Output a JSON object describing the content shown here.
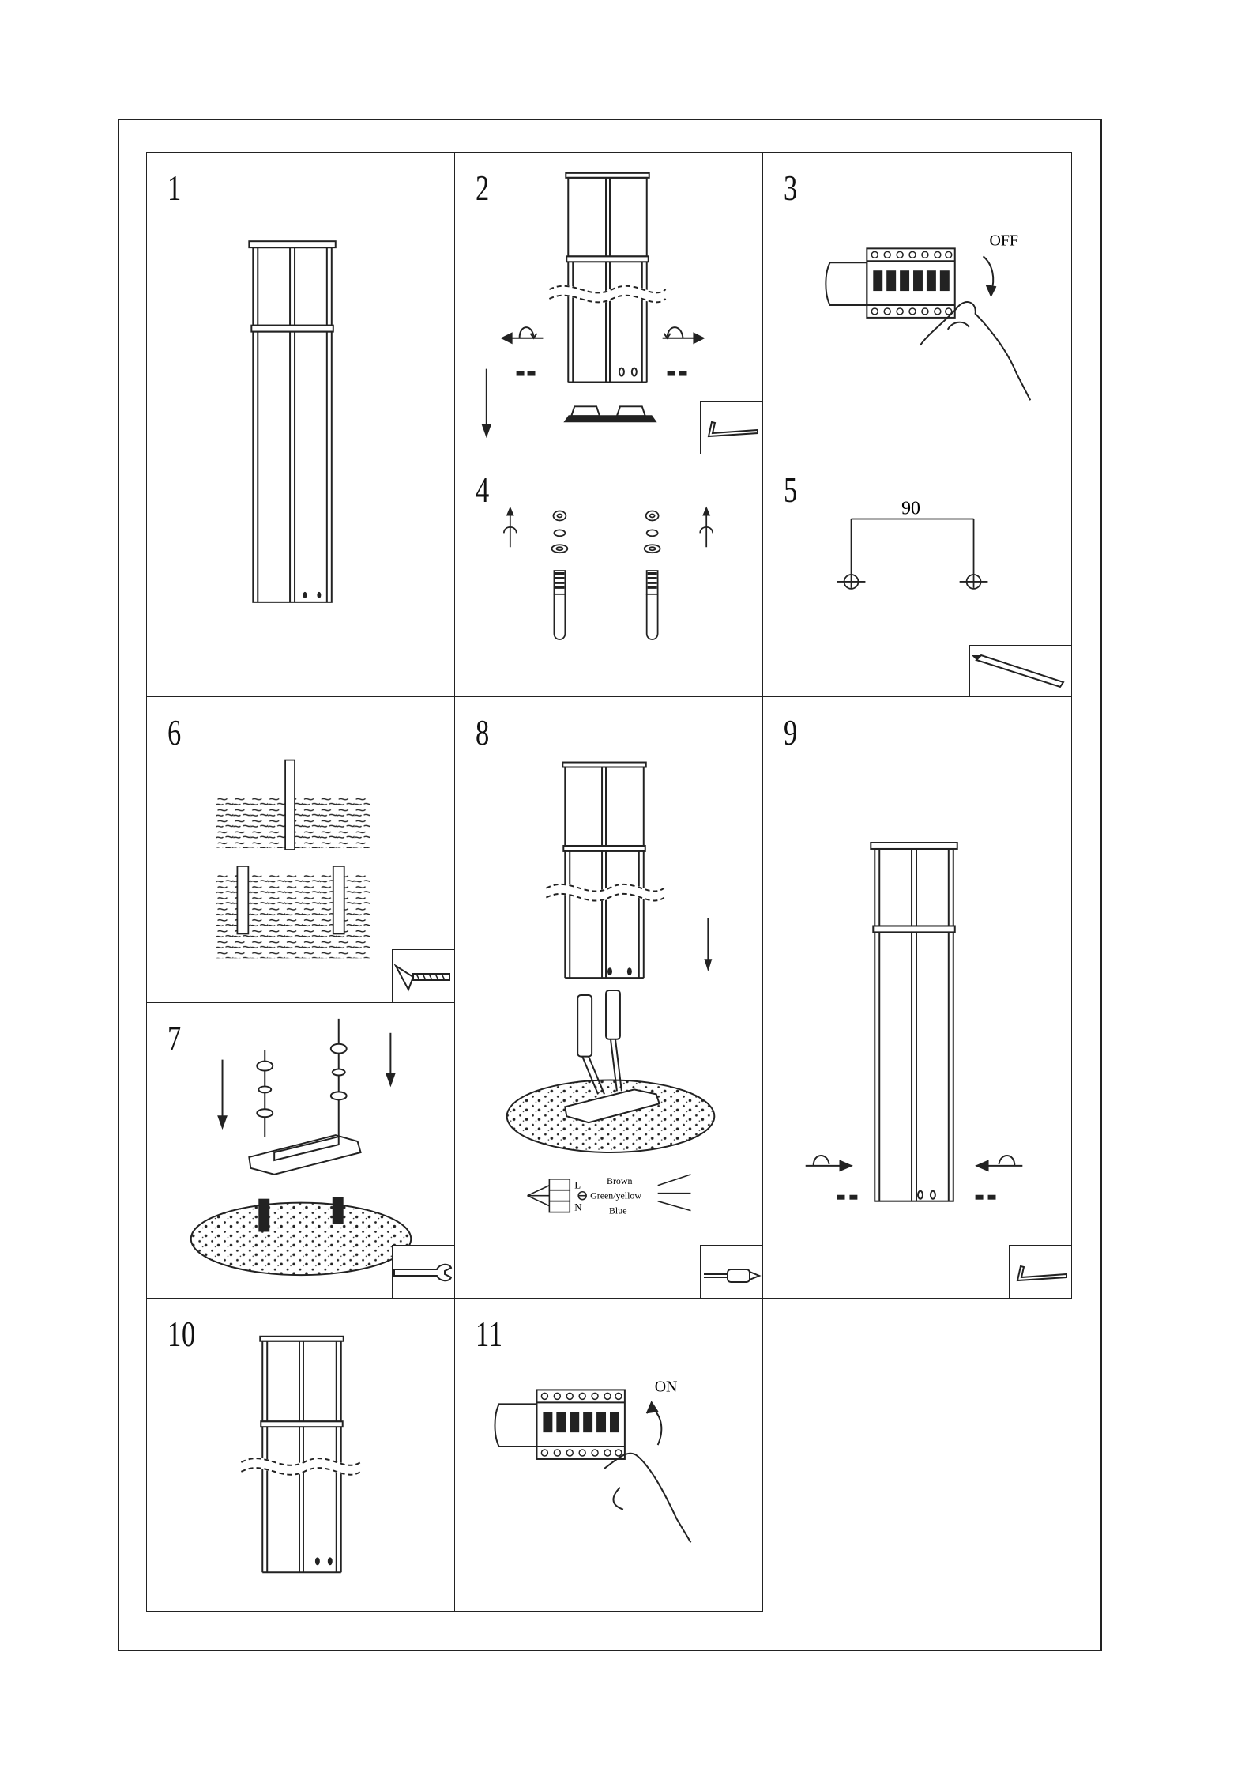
{
  "steps": [
    {
      "number": "1"
    },
    {
      "number": "2"
    },
    {
      "number": "3"
    },
    {
      "number": "4"
    },
    {
      "number": "5"
    },
    {
      "number": "6"
    },
    {
      "number": "7"
    },
    {
      "number": "8"
    },
    {
      "number": "9"
    },
    {
      "number": "10"
    },
    {
      "number": "11"
    }
  ],
  "switch_off_label": "OFF",
  "switch_on_label": "ON",
  "drill_distance": "90",
  "wiring": {
    "terminal_l": "L",
    "terminal_n": "N",
    "wire_brown": "Brown",
    "wire_green_yellow": "Green/yellow",
    "wire_blue": "Blue"
  },
  "tool_icons": [
    "hex-key-icon",
    "pencil-icon",
    "drill-bit-icon",
    "wrench-icon",
    "screwdriver-icon"
  ]
}
